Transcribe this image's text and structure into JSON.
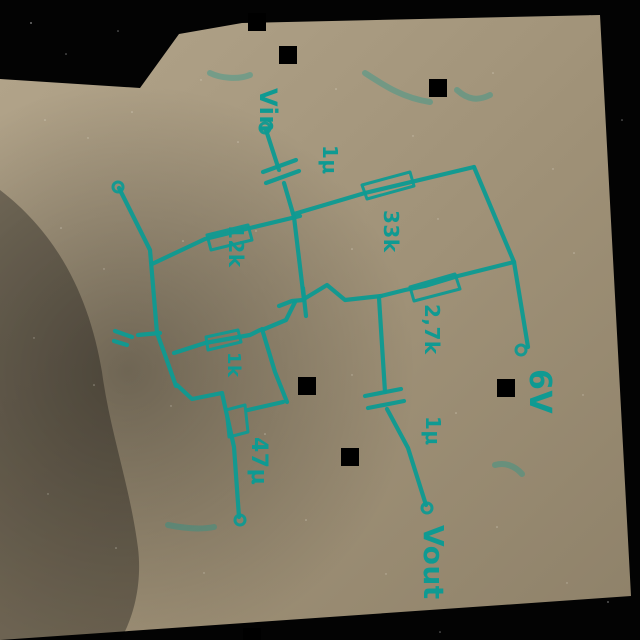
{
  "labels": {
    "vin": "Vin",
    "input_cap": "1μ",
    "r_top": "33k",
    "r_base": "12k",
    "r_collector": "2,7k",
    "r_emitter": "1k",
    "c_emitter": "47μ",
    "output_cap": "1μ",
    "supply": "6V",
    "vout": "Vout"
  },
  "colors": {
    "background": "#030303",
    "paper": "#9f9177",
    "ink": "#0f9a92"
  }
}
